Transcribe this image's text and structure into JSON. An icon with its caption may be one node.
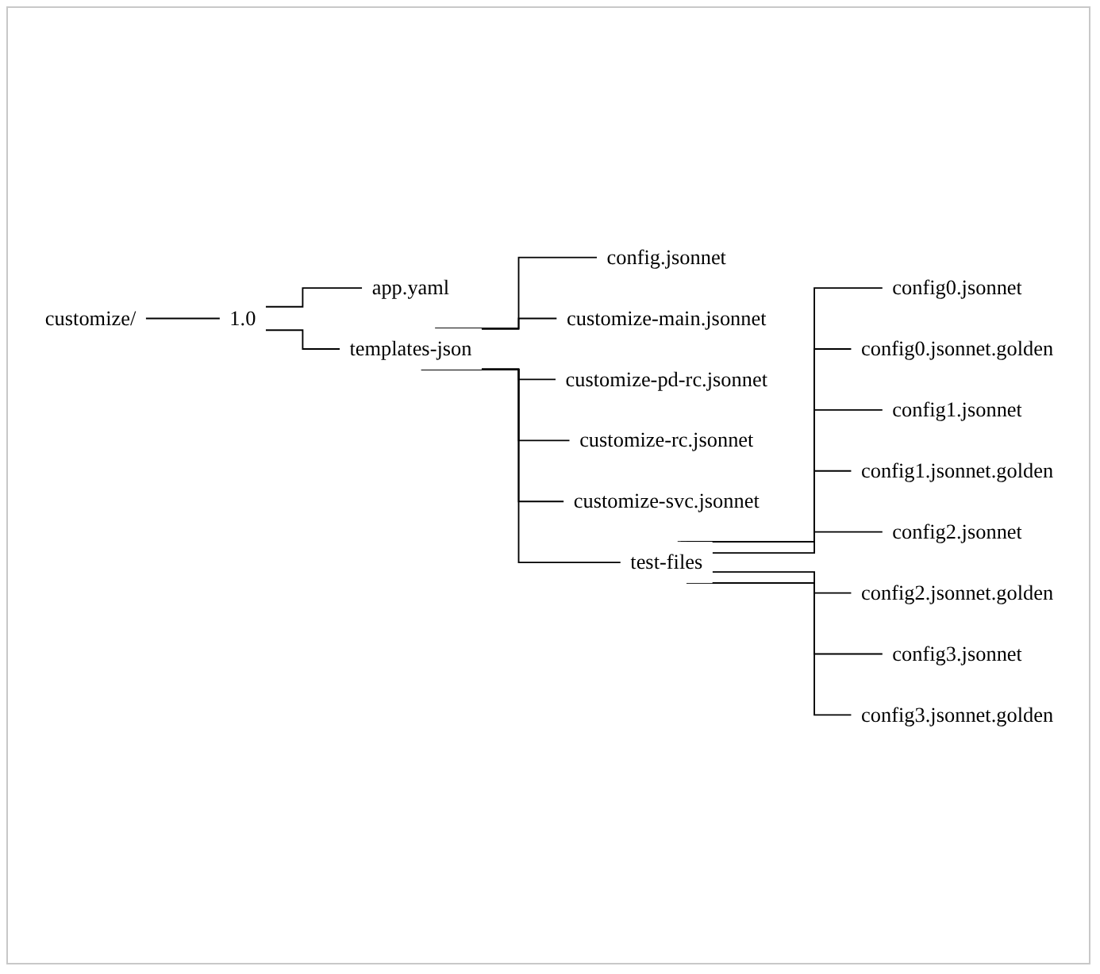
{
  "diagram": {
    "nodes": [
      {
        "text": [
          "customize/"
        ]
      },
      {
        "text": [
          "1.0"
        ]
      },
      {
        "text": [
          "app.yaml"
        ]
      },
      {
        "text": [
          "templates-json"
        ]
      },
      {
        "text": [
          "config.jsonnet"
        ]
      },
      {
        "text": [
          "customize-main.jsonnet"
        ]
      },
      {
        "text": [
          "customize-pd-rc.jsonnet"
        ]
      },
      {
        "text": [
          "customize-rc.jsonnet"
        ]
      },
      {
        "text": [
          "customize-svc.jsonnet"
        ]
      },
      {
        "text": [
          "test-files"
        ]
      },
      {
        "text": [
          "config0.jsonnet"
        ]
      },
      {
        "text": [
          "config0.jsonnet.golden"
        ]
      },
      {
        "text": [
          "config1.jsonnet"
        ]
      },
      {
        "text": [
          "config1.jsonnet.golden"
        ]
      },
      {
        "text": [
          "config2.jsonnet"
        ]
      },
      {
        "text": [
          "config2.jsonnet.golden"
        ]
      },
      {
        "text": [
          "config3.jsonnet"
        ]
      },
      {
        "text": [
          "config3.jsonnet.golden"
        ]
      }
    ],
    "edges": [
      {
        "from": 0,
        "to": 1,
        "arrow": "none"
      },
      {
        "from": 1,
        "to": 2,
        "arrow": "none"
      },
      {
        "from": 1,
        "to": 3,
        "arrow": "none"
      },
      {
        "from": 3,
        "to": 4,
        "arrow": "none"
      },
      {
        "from": 3,
        "to": 5,
        "arrow": "none"
      },
      {
        "from": 3,
        "to": 6,
        "arrow": "none"
      },
      {
        "from": 3,
        "to": 7,
        "arrow": "none"
      },
      {
        "from": 3,
        "to": 8,
        "arrow": "none"
      },
      {
        "from": 3,
        "to": 9,
        "arrow": "none"
      },
      {
        "from": 9,
        "to": 10,
        "arrow": "none"
      },
      {
        "from": 9,
        "to": 11,
        "arrow": "none"
      },
      {
        "from": 9,
        "to": 12,
        "arrow": "none"
      },
      {
        "from": 9,
        "to": 13,
        "arrow": "none"
      },
      {
        "from": 9,
        "to": 14,
        "arrow": "none"
      },
      {
        "from": 9,
        "to": 15,
        "arrow": "none"
      },
      {
        "from": 9,
        "to": 16,
        "arrow": "none"
      },
      {
        "from": 9,
        "to": 17,
        "arrow": "none"
      }
    ]
  }
}
